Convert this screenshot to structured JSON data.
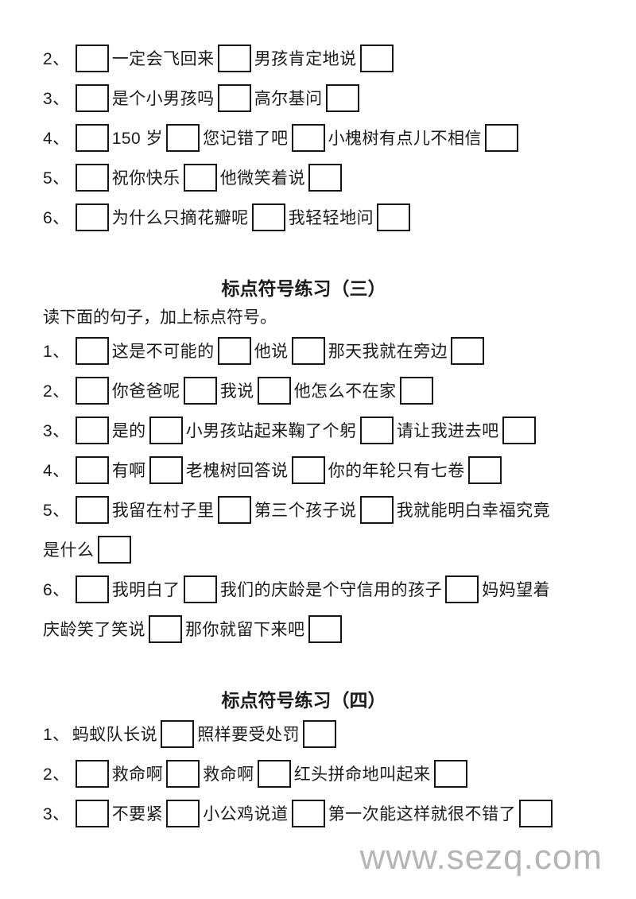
{
  "document": {
    "watermark": "www.sezq.com"
  },
  "sections": [
    {
      "name": "exercise-two-continued",
      "title": "",
      "instruction": "",
      "items": [
        {
          "num": "2、",
          "tokens": [
            {
              "k": "box"
            },
            {
              "k": "t",
              "v": "一定会飞回来"
            },
            {
              "k": "box"
            },
            {
              "k": "t",
              "v": "男孩肯定地说"
            },
            {
              "k": "box"
            }
          ]
        },
        {
          "num": "3、",
          "tokens": [
            {
              "k": "box"
            },
            {
              "k": "t",
              "v": "是个小男孩吗"
            },
            {
              "k": "box"
            },
            {
              "k": "t",
              "v": "高尔基问"
            },
            {
              "k": "box"
            }
          ]
        },
        {
          "num": "4、",
          "tokens": [
            {
              "k": "box"
            },
            {
              "k": "t",
              "v": "150 岁"
            },
            {
              "k": "box"
            },
            {
              "k": "t",
              "v": "您记错了吧"
            },
            {
              "k": "box"
            },
            {
              "k": "t",
              "v": "小槐树有点儿不相信"
            },
            {
              "k": "box"
            }
          ]
        },
        {
          "num": "5、",
          "tokens": [
            {
              "k": "box"
            },
            {
              "k": "t",
              "v": "祝你快乐"
            },
            {
              "k": "box"
            },
            {
              "k": "t",
              "v": "他微笑着说"
            },
            {
              "k": "box"
            }
          ]
        },
        {
          "num": "6、",
          "tokens": [
            {
              "k": "box"
            },
            {
              "k": "t",
              "v": "为什么只摘花瓣呢"
            },
            {
              "k": "box"
            },
            {
              "k": "t",
              "v": "我轻轻地问"
            },
            {
              "k": "box"
            }
          ]
        }
      ]
    },
    {
      "name": "exercise-three",
      "title": "标点符号练习（三）",
      "instruction": "读下面的句子，加上标点符号。",
      "items": [
        {
          "num": "1、",
          "tokens": [
            {
              "k": "box"
            },
            {
              "k": "t",
              "v": "这是不可能的"
            },
            {
              "k": "box"
            },
            {
              "k": "t",
              "v": "他说"
            },
            {
              "k": "box"
            },
            {
              "k": "t",
              "v": "那天我就在旁边"
            },
            {
              "k": "box"
            }
          ]
        },
        {
          "num": "2、",
          "tokens": [
            {
              "k": "box"
            },
            {
              "k": "t",
              "v": "你爸爸呢"
            },
            {
              "k": "box"
            },
            {
              "k": "t",
              "v": "我说"
            },
            {
              "k": "box"
            },
            {
              "k": "t",
              "v": "他怎么不在家"
            },
            {
              "k": "box"
            }
          ]
        },
        {
          "num": "3、",
          "tokens": [
            {
              "k": "box"
            },
            {
              "k": "t",
              "v": "是的"
            },
            {
              "k": "box"
            },
            {
              "k": "t",
              "v": "小男孩站起来鞠了个躬"
            },
            {
              "k": "box"
            },
            {
              "k": "t",
              "v": "请让我进去吧"
            },
            {
              "k": "box"
            }
          ]
        },
        {
          "num": "4、",
          "tokens": [
            {
              "k": "box"
            },
            {
              "k": "t",
              "v": "有啊"
            },
            {
              "k": "box"
            },
            {
              "k": "t",
              "v": "老槐树回答说"
            },
            {
              "k": "box"
            },
            {
              "k": "t",
              "v": "你的年轮只有七卷"
            },
            {
              "k": "box"
            }
          ]
        },
        {
          "num": "5、",
          "tokens": [
            {
              "k": "box"
            },
            {
              "k": "t",
              "v": "我留在村子里"
            },
            {
              "k": "box"
            },
            {
              "k": "t",
              "v": "第三个孩子说"
            },
            {
              "k": "box"
            },
            {
              "k": "t",
              "v": "我就能明白幸福究竟是什么"
            },
            {
              "k": "box"
            }
          ]
        },
        {
          "num": "6、",
          "tokens": [
            {
              "k": "box"
            },
            {
              "k": "t",
              "v": "我明白了"
            },
            {
              "k": "box"
            },
            {
              "k": "t",
              "v": "我们的庆龄是个守信用的孩子"
            },
            {
              "k": "box"
            },
            {
              "k": "t",
              "v": "妈妈望着庆龄笑了笑说"
            },
            {
              "k": "box"
            },
            {
              "k": "t",
              "v": "那你就留下来吧"
            },
            {
              "k": "box"
            }
          ]
        }
      ]
    },
    {
      "name": "exercise-four",
      "title": "标点符号练习（四）",
      "instruction": "",
      "items": [
        {
          "num": "1、",
          "tokens": [
            {
              "k": "t",
              "v": "蚂蚁队长说"
            },
            {
              "k": "box"
            },
            {
              "k": "t",
              "v": "照样要受处罚"
            },
            {
              "k": "box"
            }
          ]
        },
        {
          "num": "2、",
          "tokens": [
            {
              "k": "box"
            },
            {
              "k": "t",
              "v": "救命啊"
            },
            {
              "k": "box"
            },
            {
              "k": "t",
              "v": "救命啊"
            },
            {
              "k": "box"
            },
            {
              "k": "t",
              "v": "红头拼命地叫起来"
            },
            {
              "k": "box"
            }
          ]
        },
        {
          "num": "3、",
          "tokens": [
            {
              "k": "box"
            },
            {
              "k": "t",
              "v": "不要紧"
            },
            {
              "k": "box"
            },
            {
              "k": "t",
              "v": "小公鸡说道"
            },
            {
              "k": "box"
            },
            {
              "k": "t",
              "v": "第一次能这样就很不错了"
            },
            {
              "k": "box"
            }
          ]
        }
      ]
    }
  ]
}
